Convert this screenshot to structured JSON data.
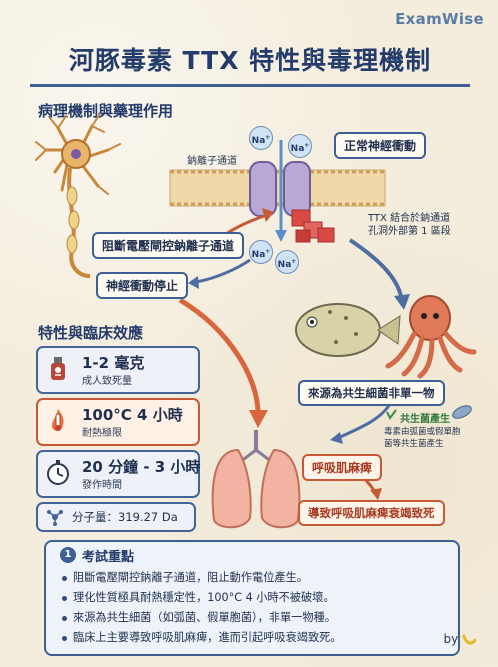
{
  "brand": "ExamWise",
  "title": "河豚毒素 TTX 特性與毒理機制",
  "section_mechanism": "病理機制與藥理作用",
  "sodium_channel_label": "鈉離子通道",
  "ion_label": "Na",
  "normal_nerve": "正常神經衝動",
  "block_channel": "阻斷電壓閘控鈉離子通道",
  "ttx_binding_line1": "TTX 結合於鈉通道",
  "ttx_binding_line2": "孔洞外部第 1 區段",
  "nerve_stop": "神經衝動停止",
  "section_properties": "特性與臨床效應",
  "stats": [
    {
      "value": "1-2 毫克",
      "sub": "成人致死量",
      "icon": "poison-bottle-icon"
    },
    {
      "value": "100°C 4 小時",
      "sub": "耐熱極限",
      "icon": "thermometer-fire-icon"
    },
    {
      "value": "20 分鐘 - 3 小時",
      "sub": "發作時間",
      "icon": "stopwatch-icon"
    }
  ],
  "molecular_weight": "分子量：319.27 Da",
  "source_label": "來源為共生細菌非單一物",
  "bacteria_title": "共生菌產生",
  "bacteria_desc_line1": "毒素由弧菌或假單胞",
  "bacteria_desc_line2": "菌等共生菌產生",
  "respiratory_paralysis": "呼吸肌麻痺",
  "respiratory_failure": "導致呼吸肌麻痺衰竭致死",
  "exam_number": "1",
  "exam_title": "考試重點",
  "exam_points": [
    "阻斷電壓閘控鈉離子通道，阻止動作電位產生。",
    "理化性質極具耐熱穩定性，100°C 4 小時不被破壞。",
    "來源為共生細菌（如弧菌、假單胞菌），非單一物種。",
    "臨床上主要導致呼吸肌麻痺，進而引起呼吸衰竭致死。"
  ],
  "byline": "by",
  "colors": {
    "navy": "#243c6b",
    "accent_red": "#c65a35",
    "paper": "#f4eddd"
  }
}
